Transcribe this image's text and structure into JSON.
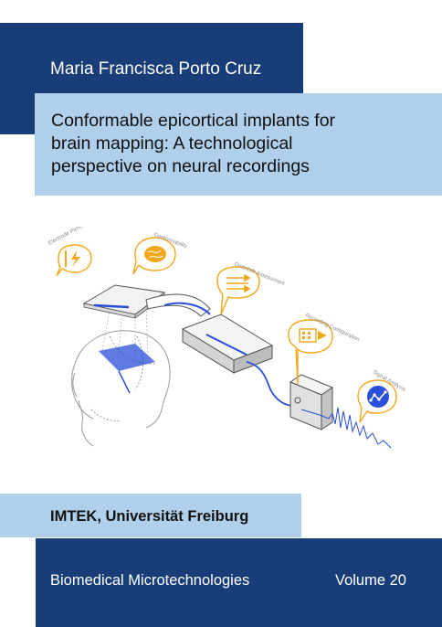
{
  "author": "Maria Francisca Porto Cruz",
  "title_lines": [
    "Conformable epicortical implants for",
    "brain mapping: A technological",
    "perspective on neural recordings"
  ],
  "illustration": {
    "labels": {
      "electrode_performance": "Electrode Performance",
      "conformability": "Conformability",
      "crosstalk_assessment": "Crosstalk Assessment",
      "recording_configuration": "Recording Configuration",
      "signal_analysis": "Signal Analysis"
    },
    "icon_names": [
      "lightning-icon",
      "brain-icon",
      "crosstalk-arrows-icon",
      "recording-config-icon",
      "signal-analysis-icon"
    ]
  },
  "institute": "IMTEK, Universität Freiburg",
  "series": "Biomedical Microtechnologies",
  "volume": "Volume 20",
  "colors": {
    "dark_blue": "#183d78",
    "light_blue": "#b0cfea",
    "accent_orange": "#f2a81d",
    "electrode_blue": "#2a4fd8"
  }
}
